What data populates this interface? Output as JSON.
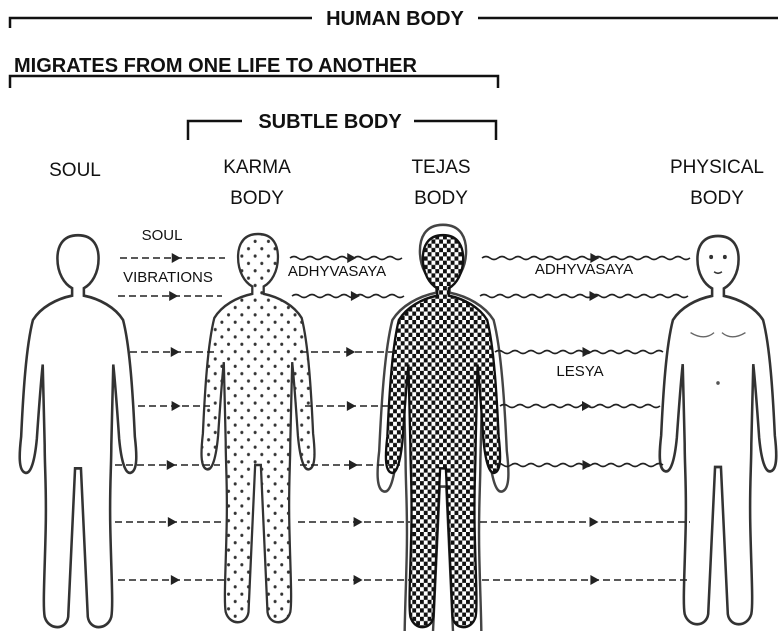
{
  "headings": {
    "human_body": "HUMAN BODY",
    "migrates": "MIGRATES FROM ONE LIFE TO ANOTHER",
    "subtle_body": "SUBTLE BODY"
  },
  "bodies": {
    "soul": {
      "label": "SOUL"
    },
    "karma": {
      "line1": "KARMA",
      "line2": "BODY"
    },
    "tejas": {
      "line1": "TEJAS",
      "line2": "BODY"
    },
    "physical": {
      "line1": "PHYSICAL",
      "line2": "BODY"
    }
  },
  "flows": {
    "soul_vibrations_1": "SOUL",
    "soul_vibrations_2": "VIBRATIONS",
    "adhyvasaya_left": "ADHYVASAYA",
    "adhyvasaya_right": "ADHYVASAYA",
    "lesya": "LESYA"
  }
}
